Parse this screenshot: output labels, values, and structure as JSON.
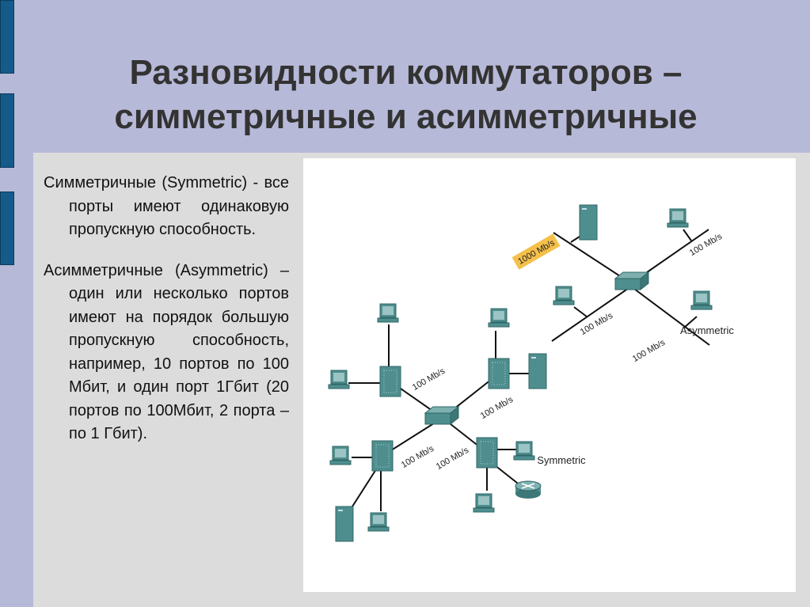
{
  "title": "Разновидности коммутаторов – симметричные и асимметричные",
  "paragraphs": [
    "Симметричные (Symmetric) - все порты имеют одинаковую пропускную способность.",
    "Асимметричные (Asymmetric) – один или несколько портов имеют на порядок большую пропускную способность, например, 10 портов по 100 Мбит, и один порт 1Гбит (20 портов по 100Мбит, 2 порта – по 1 Гбит)."
  ],
  "diagram": {
    "speed_100": "100 Mb/s",
    "speed_1000": "1000 Mb/s",
    "symmetric_label": "Symmetric",
    "asymmetric_label": "Asymmetric",
    "highlight_color": "#f5c04a",
    "device_color": "#4f8e8e"
  }
}
